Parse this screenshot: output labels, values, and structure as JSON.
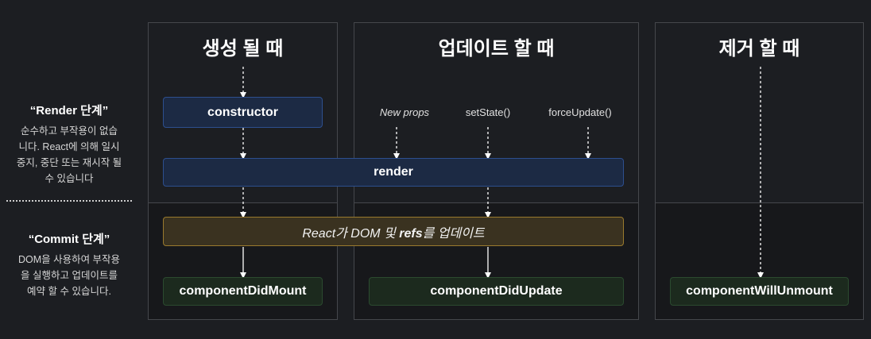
{
  "side": {
    "render_title": "“Render 단계”",
    "render_desc": [
      "순수하고 부작용이 없습",
      "니다. React에 의해 일시",
      "중지, 중단 또는 재시작 될",
      "수 있습니다"
    ],
    "commit_title": "“Commit 단계”",
    "commit_desc": [
      "DOM을 사용하여 부작용",
      "을 실행하고 업데이트를",
      "예약 할 수 있습니다."
    ]
  },
  "columns": {
    "mount": {
      "title": "생성 될 때",
      "constructor": "constructor",
      "did": "componentDidMount"
    },
    "update": {
      "title": "업데이트 할 때",
      "triggers": [
        "New props",
        "setState()",
        "forceUpdate()"
      ],
      "did": "componentDidUpdate"
    },
    "unmount": {
      "title": "제거 할 때",
      "will": "componentWillUnmount"
    }
  },
  "shared": {
    "render": "render",
    "dom_prefix": "React가 DOM 및 ",
    "dom_refs": "refs",
    "dom_suffix": "를 업데이트"
  },
  "colors": {
    "background": "#1c1e22",
    "commit_band": "#17181b",
    "blue_box": "#1c2a44",
    "green_box": "#1c2a1e",
    "amber_box": "#3a3220"
  }
}
